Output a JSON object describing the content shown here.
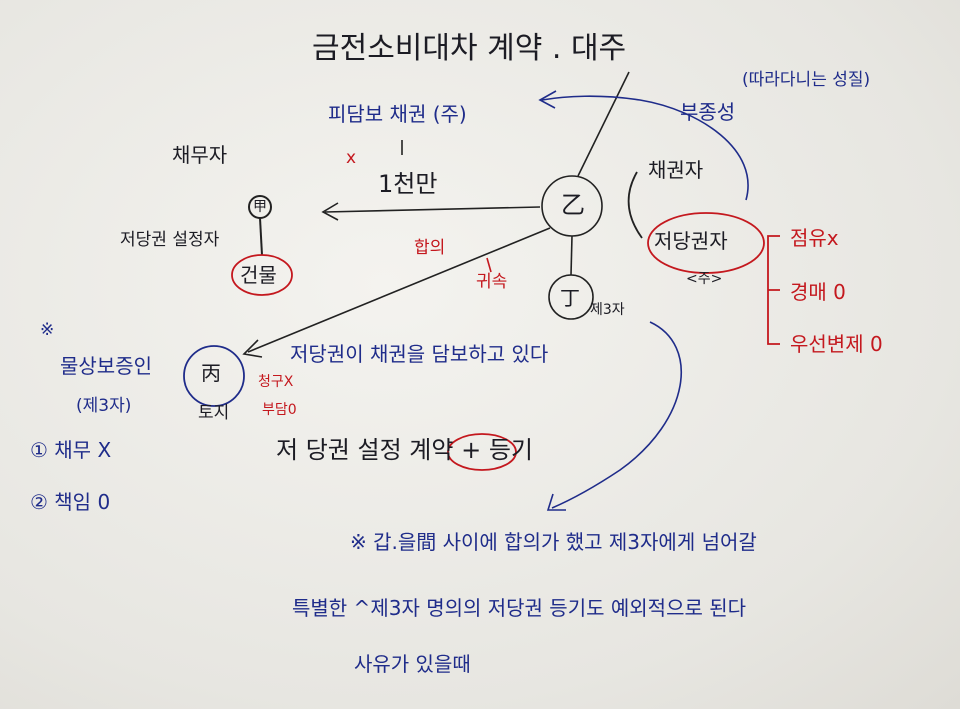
{
  "title": "금전소비대차 계약 . 대주",
  "note_top_right": "(따라다니는 성질)",
  "secured_claim": "피담보 채권 (주)",
  "accessory_label": "부종성",
  "x_mark": "x",
  "amount": "1천만",
  "debtor": "채무자",
  "debtor_symbol": "甲",
  "mortgage_setter": "저당권 설정자",
  "building": "건물",
  "creditor_circle": "乙",
  "creditor": "채권자",
  "mortgagee": "저당권자",
  "mortgagee_sub": "<주>",
  "bracket_items": [
    "점유x",
    "경매 0",
    "우선변제 0"
  ],
  "agreement": "합의",
  "transfer": "귀속",
  "third_party_circle": "丁",
  "third_party": "제3자",
  "mortgage_secures": "저당권이 채권을 담보하고 있다",
  "physical_guarantor": "물상보증인",
  "physical_guarantor_sub": "(제3자)",
  "guarantor_items": [
    "① 채무 X",
    "② 책임 0"
  ],
  "land_owner_circle": "丙",
  "land": "토지",
  "red_note_1": "청구X",
  "red_note_2": "부담0",
  "establish": "저 당권 설정 계약 + 등기",
  "star_note_1": "※ 갑.을間 사이에 합의가 했고 제3자에게 넘어갈",
  "star_note_2": "특별한 ^제3자 명의의 저당권 등기도 예외적으로 된다",
  "star_note_3": "사유가 있을때",
  "asterisk": "※",
  "colors": {
    "black": "#1c1c24",
    "blue": "#1f2c8a",
    "red": "#c4181e",
    "paper": "#f1f0ec"
  }
}
